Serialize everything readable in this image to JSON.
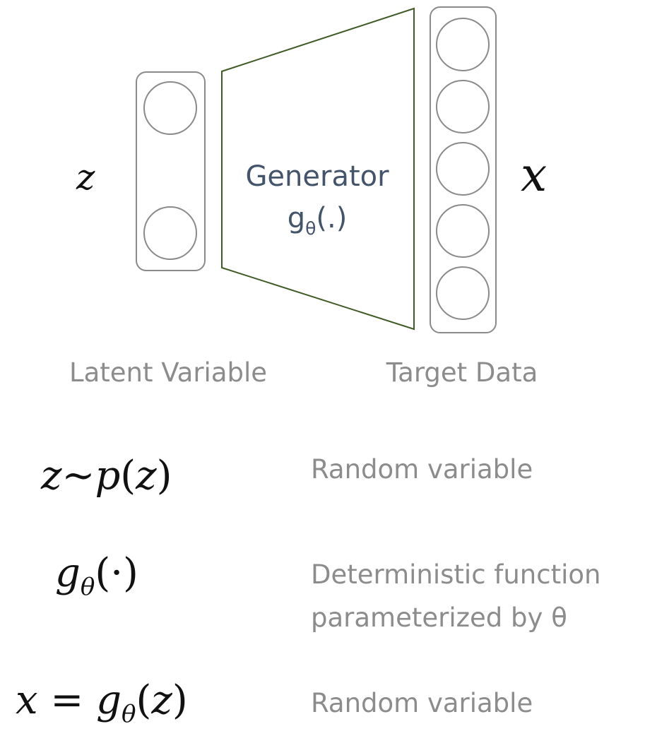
{
  "diagram": {
    "input_symbol": "z",
    "output_symbol": "x",
    "generator": {
      "title": "Generator",
      "function_base": "g",
      "function_subscript": "θ",
      "function_args": "(.)"
    },
    "latent_nodes": 2,
    "target_nodes": 5,
    "captions": {
      "latent": "Latent Variable",
      "target": "Target Data"
    },
    "colors": {
      "box_stroke": "#8a8a8a",
      "generator_stroke": "#3f5a25",
      "generator_text": "#44546a",
      "caption_text": "#8c8c8c"
    }
  },
  "definitions": [
    {
      "formula_parts": [
        "z",
        "~",
        "p",
        "(",
        "z",
        ")"
      ],
      "description_lines": [
        "Random variable"
      ]
    },
    {
      "formula_parts": [
        "g",
        "θ",
        "(·)"
      ],
      "description_lines": [
        "Deterministic function",
        "parameterized by θ"
      ]
    },
    {
      "formula_parts": [
        "x",
        " = ",
        "g",
        "θ",
        "(",
        "z",
        ")"
      ],
      "description_lines": [
        "Random variable"
      ]
    }
  ]
}
